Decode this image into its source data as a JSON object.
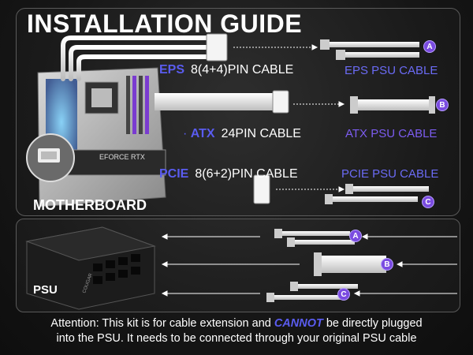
{
  "title": "INSTALLATION GUIDE",
  "cables": {
    "eps": {
      "keyword": "EPS",
      "spec": "8(4+4)PIN CABLE",
      "psu_cable": "EPS PSU CABLE"
    },
    "atx": {
      "keyword": "ATX",
      "spec": "24PIN CABLE",
      "psu_cable": "ATX PSU CABLE"
    },
    "pcie": {
      "keyword": "PCIE",
      "spec": "8(6+2)PIN CABLE",
      "psu_cable": "PCIE PSU CABLE"
    }
  },
  "badges": {
    "a": "A",
    "b": "B",
    "c": "C"
  },
  "motherboard_label": "MOTHERBOARD",
  "psu_label": "PSU",
  "gpu_text": "EFORCE RTX",
  "psu_brand": "COUGAR",
  "attention": {
    "before": "Attention: This kit is for cable extension and",
    "emphasis": "CANNOT",
    "after": "be directly plugged",
    "line2": "into the PSU.  It needs to be connected through your original PSU cable"
  },
  "colors": {
    "accent": "#5a5cf0",
    "badge": "#7a4be0",
    "cable": "#e8e8e8",
    "psu_body": "#1a1a1a"
  }
}
